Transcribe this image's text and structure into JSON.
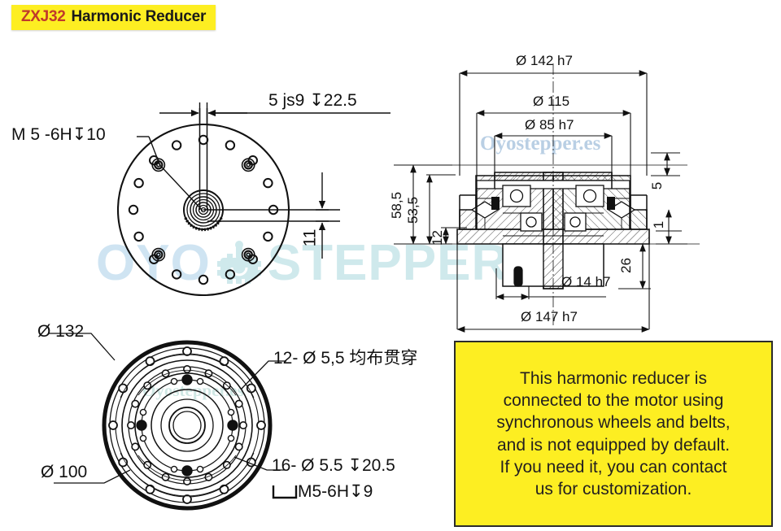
{
  "title": {
    "model": "ZXJ32",
    "name": "Harmonic Reducer"
  },
  "watermarks": {
    "center": "OYO",
    "center_tail": "STEPPER",
    "serif": "Oyostepper.es",
    "small": "Oyostepper.es"
  },
  "colors": {
    "badge_bg": "#fdee22",
    "model_text": "#c0392b",
    "note_bg": "#fdee22",
    "note_border": "#2b2b2b",
    "line": "#111111",
    "watermark_teal": "#cfe9ec",
    "watermark_blue": "#b9cfe4"
  },
  "views": {
    "front_view": {
      "name": "front-face-view",
      "callouts": [
        {
          "text": "M 5  -6H↧10",
          "id": "thread-callout"
        },
        {
          "text": "5 js9  ↧22.5",
          "id": "keyway-callout"
        },
        {
          "text": "11",
          "id": "shaft-height-dim"
        }
      ]
    },
    "section_view": {
      "name": "cross-section-view",
      "dimensions_top": [
        {
          "text": "Ø  142 h7",
          "id": "outer-flange-dia"
        },
        {
          "text": "Ø  115",
          "id": "mid-flange-dia"
        },
        {
          "text": "Ø  85 h7",
          "id": "inner-bore-dia"
        }
      ],
      "dimensions_left": [
        {
          "text": "58,5",
          "id": "overall-height"
        },
        {
          "text": "53,5",
          "id": "body-height"
        },
        {
          "text": "12",
          "id": "base-height"
        }
      ],
      "dimensions_right": [
        {
          "text": "5",
          "id": "top-step-height"
        },
        {
          "text": "1",
          "id": "shoulder-height"
        },
        {
          "text": "26",
          "id": "hub-height"
        }
      ],
      "dimensions_bottom": [
        {
          "text": "Ø  14 h7",
          "id": "shaft-bore-dia"
        },
        {
          "text": "Ø  147 h7",
          "id": "base-flange-dia"
        }
      ]
    },
    "rear_view": {
      "name": "rear-face-view",
      "callouts": [
        {
          "text": "Ø  132",
          "id": "bolt-circle-132"
        },
        {
          "text": "Ø  100",
          "id": "bolt-circle-100"
        },
        {
          "text": "12-  Ø  5,5  均布贯穿",
          "id": "through-holes-callout"
        },
        {
          "text": "16-  Ø  5.5  ↧20.5",
          "id": "tapped-holes-callout"
        },
        {
          "text": "M5-6H↧9",
          "id": "tapped-holes-thread"
        }
      ]
    }
  },
  "note": {
    "lines": [
      "This harmonic reducer is",
      "connected to the motor using",
      "synchronous wheels and belts,",
      "and is not equipped by default.",
      "If you need it, you can contact",
      "us for customization."
    ]
  }
}
